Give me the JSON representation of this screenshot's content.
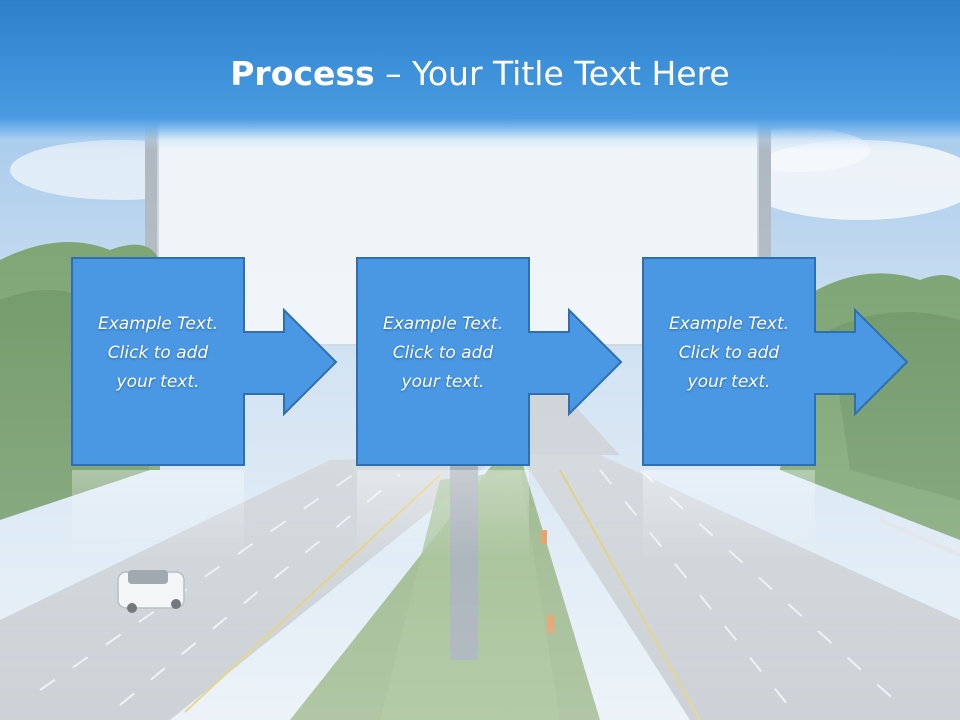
{
  "slide": {
    "title_bold": "Process",
    "title_dash": " – ",
    "title_rest": "Your Title Text Here",
    "accent_color": "#4a98e4",
    "header_color": "#3a8fd8"
  },
  "steps": [
    {
      "text": "Example Text.\nClick  to add\nyour text."
    },
    {
      "text": "Example Text.\nClick  to add\nyour text."
    },
    {
      "text": "Example Text.\nClick  to add\nyour text."
    }
  ]
}
